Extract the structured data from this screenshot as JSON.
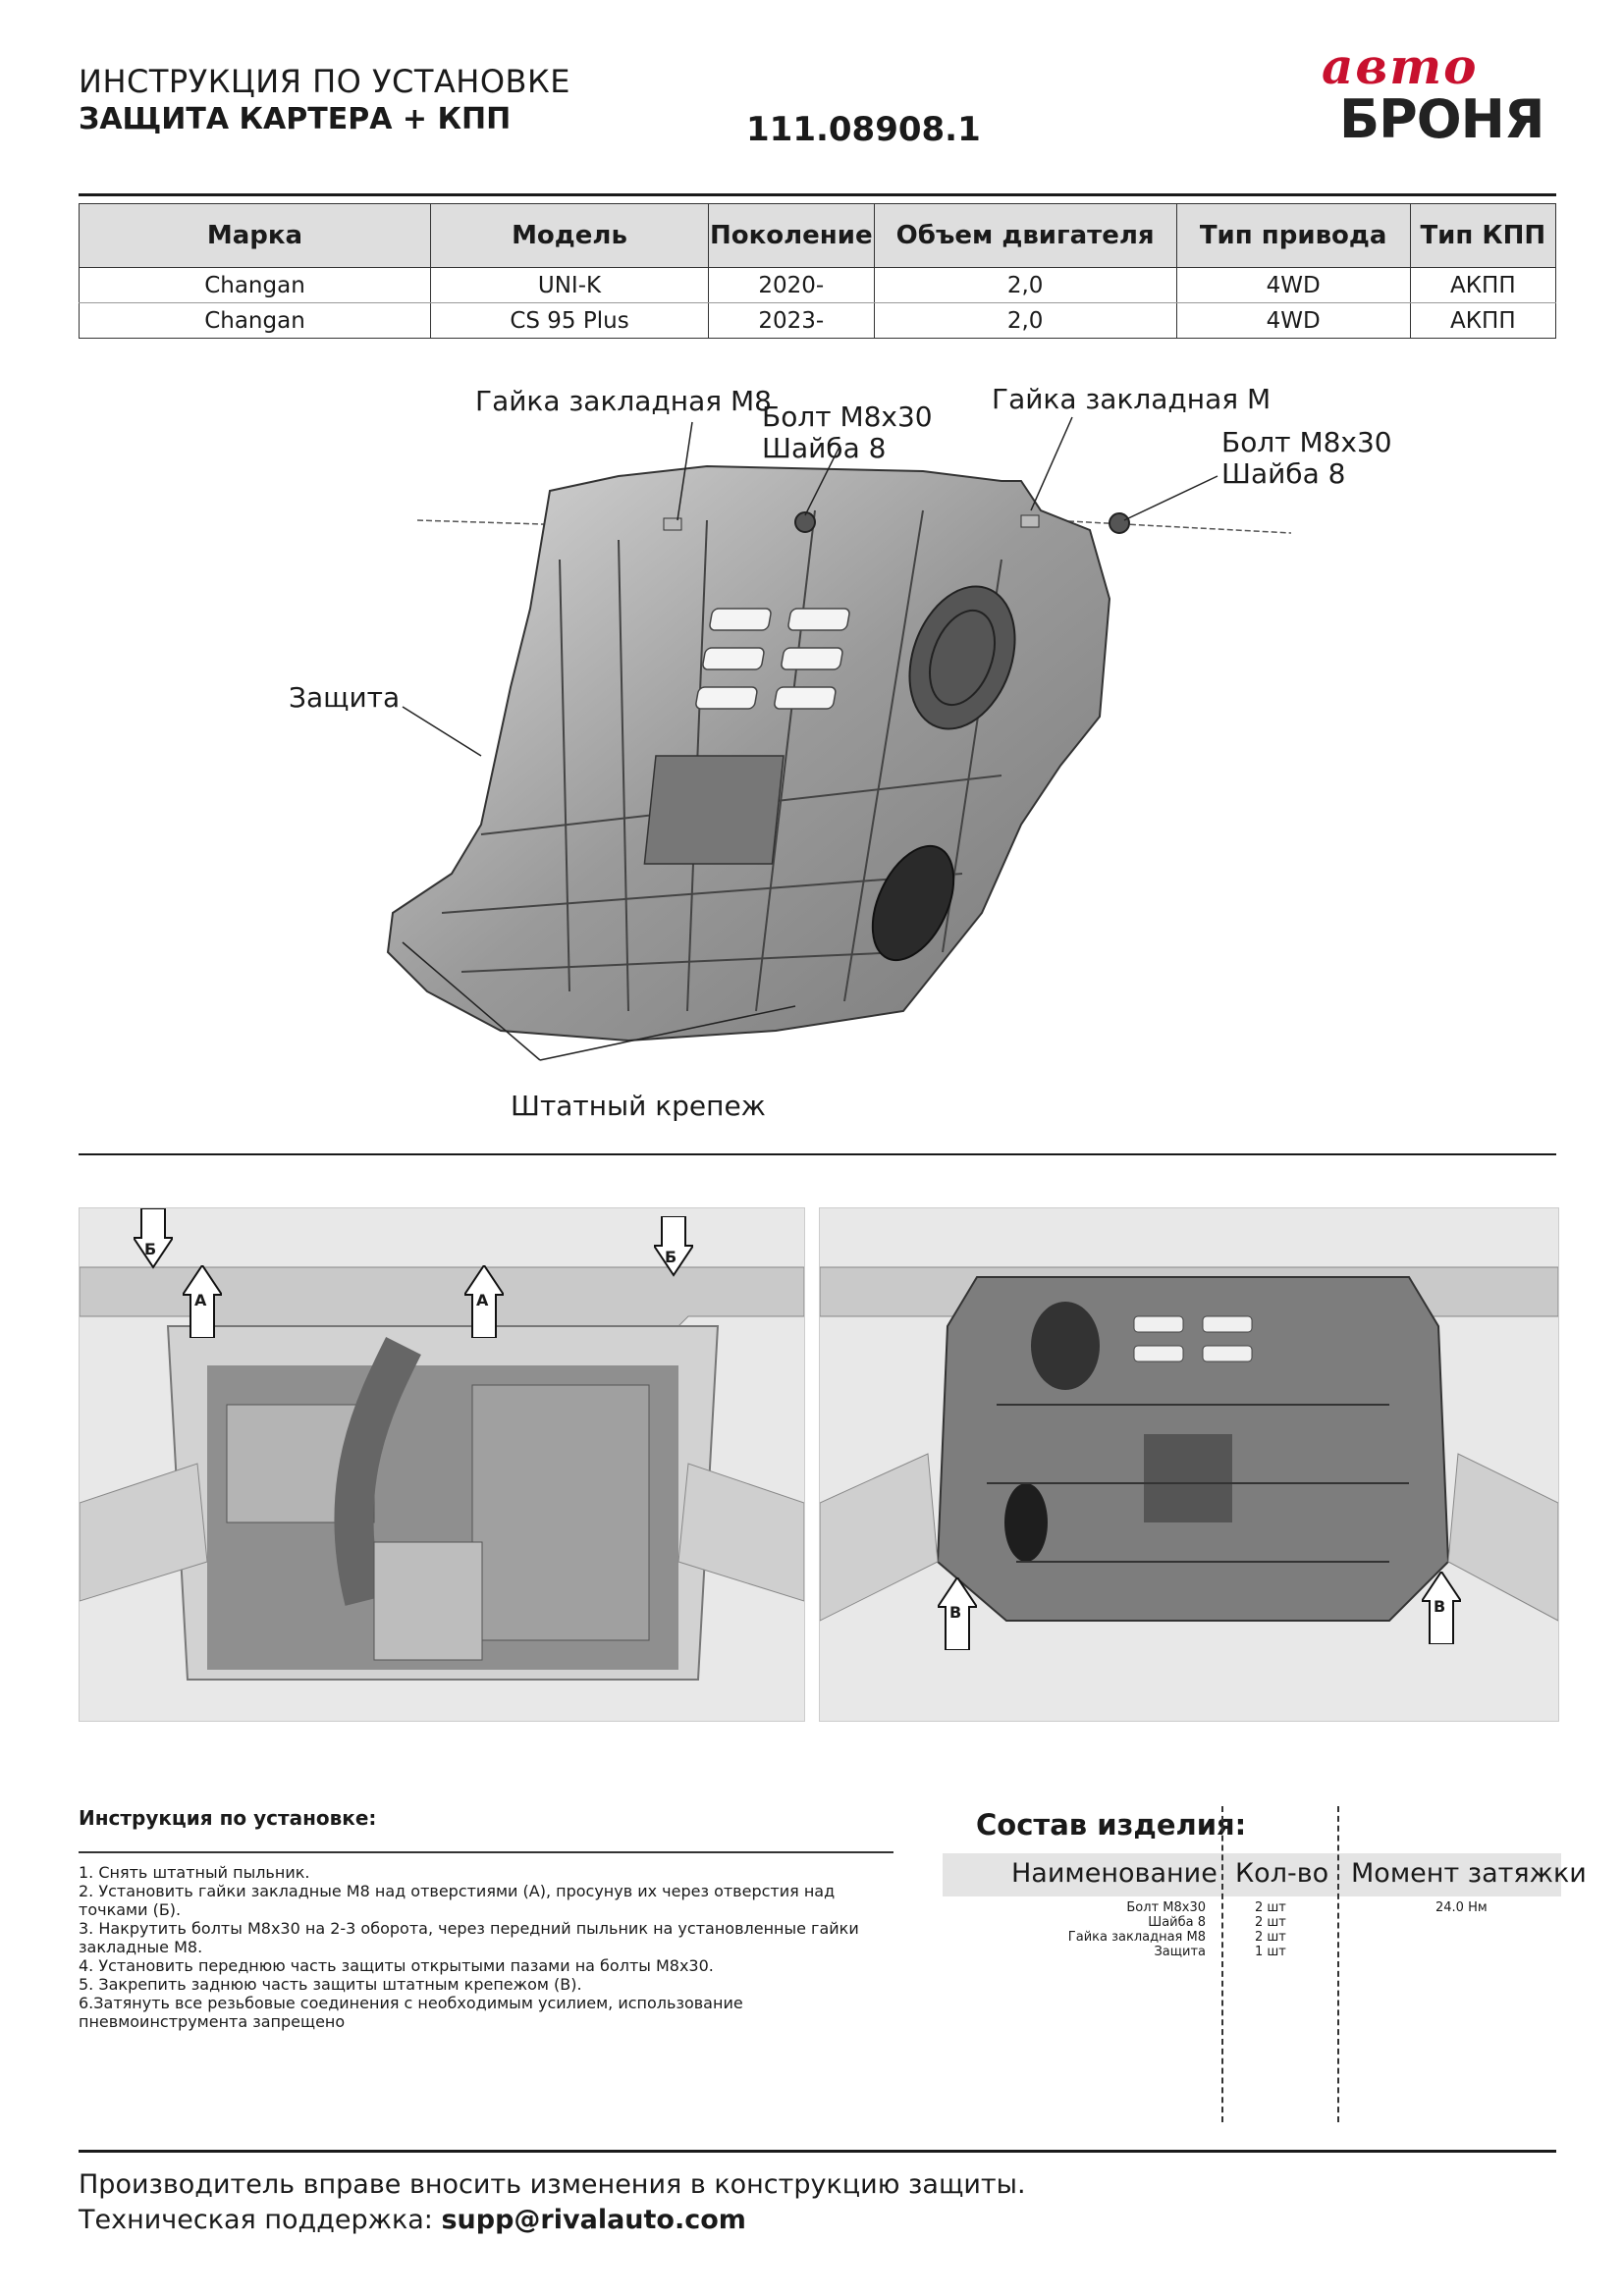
{
  "header": {
    "title_line1": "ИНСТРУКЦИЯ ПО УСТАНОВКЕ",
    "title_line2": "ЗАЩИТА КАРТЕРА + КПП",
    "article": "111.08908.1",
    "logo_script": "авто",
    "logo_main": "БРОНЯ",
    "logo_colors": {
      "script": "#c8102e",
      "main": "#222222"
    }
  },
  "spec_table": {
    "headers": [
      "Марка",
      "Модель",
      "Поколение",
      "Объем двигателя",
      "Тип привода",
      "Тип КПП"
    ],
    "rows": [
      [
        "Changan",
        "UNI-K",
        "2020-",
        "2,0",
        "4WD",
        "АКПП"
      ],
      [
        "Changan",
        "CS 95 Plus",
        "2023-",
        "2,0",
        "4WD",
        "АКПП"
      ]
    ]
  },
  "diagram": {
    "label_nut_left": "Гайка закладная М8",
    "label_bolt_left_1": "Болт М8х30",
    "label_bolt_left_2": "Шайба 8",
    "label_nut_right": "Гайка закладная М",
    "label_bolt_right_1": "Болт М8х30",
    "label_bolt_right_2": "Шайба 8",
    "label_guard": "Защита",
    "label_fasteners": "Штатный крепеж"
  },
  "photos": {
    "left_markers": [
      "Б",
      "А",
      "А",
      "Б"
    ],
    "right_markers": [
      "В",
      "В"
    ]
  },
  "instructions": {
    "heading": "Инструкция по установке:",
    "steps": [
      "1. Снять штатный пыльник.",
      "2. Установить гайки закладные М8 над отверстиями (А), просунув их через отверстия над\nточками (Б).",
      "3. Накрутить болты М8х30 на 2-3 оборота, через передний пыльник на установленные гайки\nзакладные М8.",
      "4. Установить переднюю часть защиты открытыми пазами на болты М8х30.",
      "5. Закрепить заднюю часть защиты штатным крепежом (В).",
      "6.Затянуть все резьбовые соединения с необходимым усилием, использование\nпневмоинструмента запрещено"
    ]
  },
  "composition": {
    "heading": "Состав изделия:",
    "col_name": "Наименование",
    "col_qty": "Кол-во",
    "col_torque": "Момент затяжки",
    "items": [
      {
        "name": "Болт М8х30",
        "qty": "2 шт",
        "torque": "24.0 Нм"
      },
      {
        "name": "Шайба 8",
        "qty": "2 шт",
        "torque": ""
      },
      {
        "name": "Гайка закладная М8",
        "qty": "2 шт",
        "torque": ""
      },
      {
        "name": "Защита",
        "qty": "1 шт",
        "torque": ""
      }
    ]
  },
  "footer": {
    "line1": "Производитель вправе вносить изменения в конструкцию защиты.",
    "line2_prefix": "Техническая поддержка: ",
    "line2_email": "supp@rivalauto.com"
  }
}
